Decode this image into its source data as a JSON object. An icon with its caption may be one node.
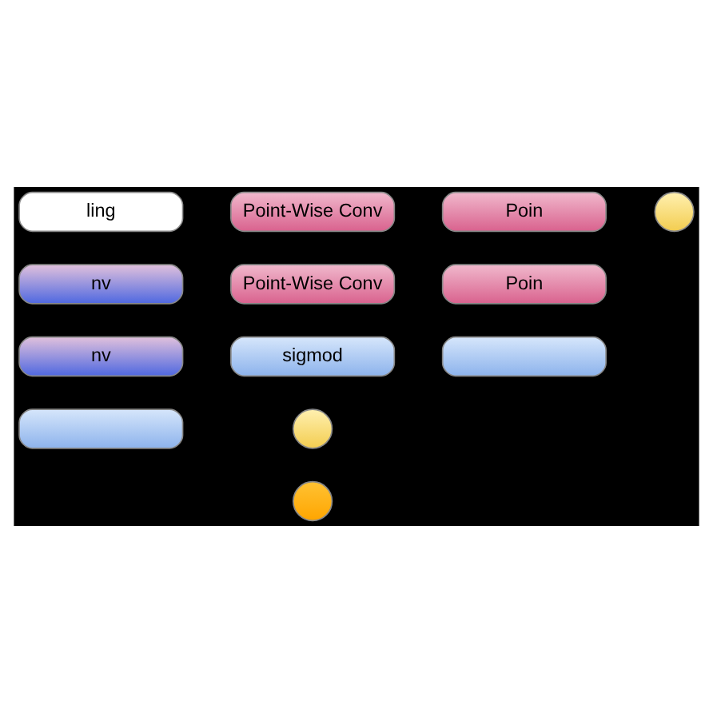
{
  "diagram": {
    "nodes": [
      {
        "text": [
          "ling"
        ]
      },
      {
        "text": [
          "Point-Wise Conv"
        ]
      },
      {
        "text": [
          "Poin"
        ]
      },
      {
        "text": [
          "nv"
        ]
      },
      {
        "text": [
          "Point-Wise Conv"
        ]
      },
      {
        "text": [
          "Poin"
        ]
      },
      {
        "text": [
          "nv"
        ]
      },
      {
        "text": [
          "sigmod"
        ]
      },
      {
        "text": [],
        "shape": "circle"
      },
      {
        "text": [],
        "shape": "box"
      },
      {
        "text": [],
        "shape": "box"
      },
      {
        "text": [],
        "shape": "circle"
      },
      {
        "text": [],
        "shape": "circle"
      }
    ],
    "edges": []
  }
}
